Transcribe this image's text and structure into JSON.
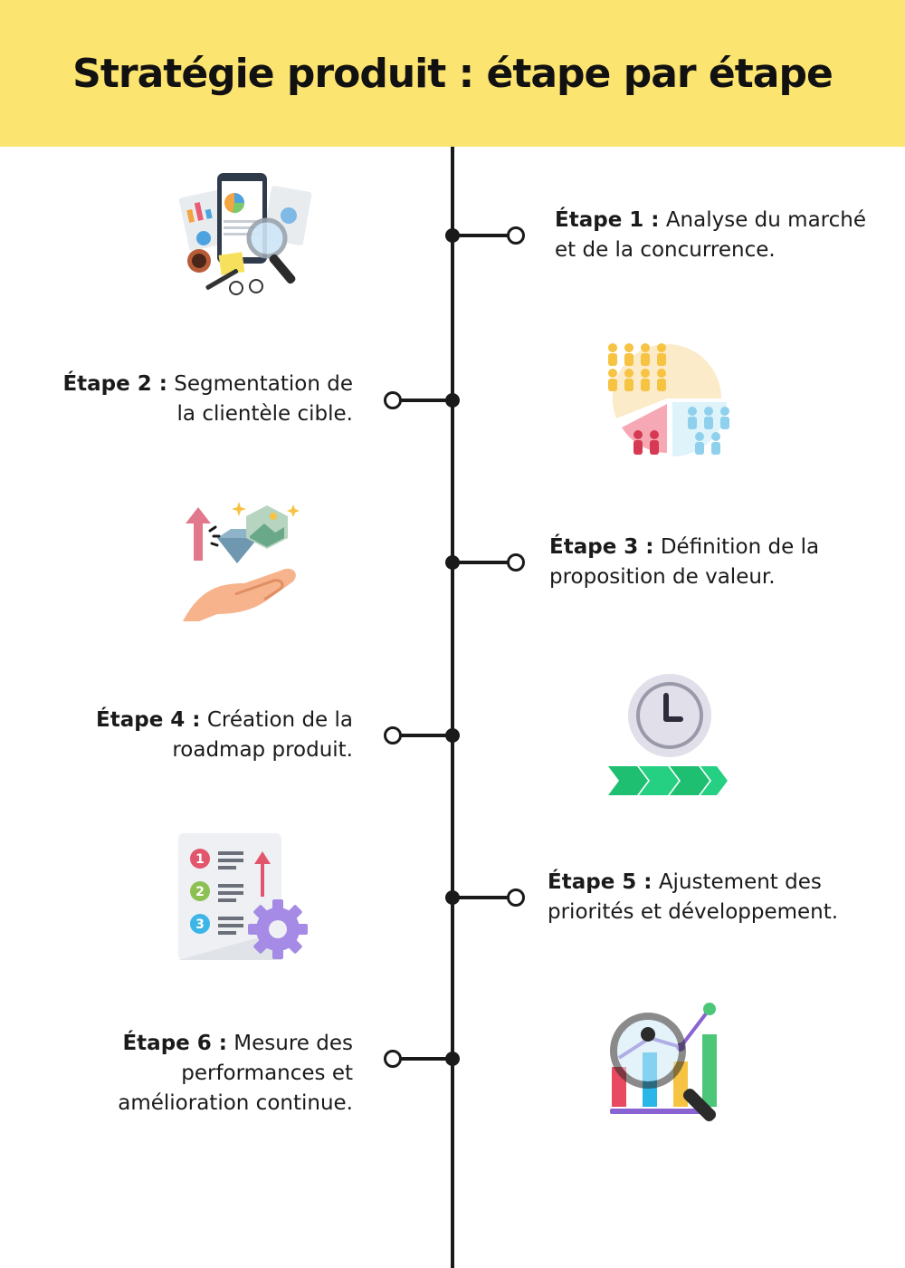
{
  "title": "Stratégie produit : étape par étape",
  "steps": [
    {
      "label": "Étape 1 :",
      "text": " Analyse du marché",
      "text2": "et de la concurrence.",
      "side": "right",
      "icon": "market-analysis-icon"
    },
    {
      "label": "Étape 2 :",
      "text": " Segmentation de",
      "text2": "la clientèle cible.",
      "side": "left",
      "icon": "segmentation-icon"
    },
    {
      "label": "Étape 3 :",
      "text": " Définition de la",
      "text2": "proposition de valeur.",
      "side": "right",
      "icon": "value-proposition-icon"
    },
    {
      "label": "Étape 4 :",
      "text": " Création de la",
      "text2": "roadmap produit.",
      "side": "left",
      "icon": "clock-roadmap-icon"
    },
    {
      "label": "Étape 5 :",
      "text": " Ajustement des",
      "text2": "priorités et développement.",
      "side": "right",
      "icon": "priority-list-icon"
    },
    {
      "label": "Étape 6 :",
      "text": " Mesure des",
      "text2": "performances et",
      "text3": "amélioration continue.",
      "side": "left",
      "icon": "performance-chart-icon"
    }
  ],
  "colors": {
    "header_bg": "#fce470",
    "line": "#1a1a1a"
  }
}
